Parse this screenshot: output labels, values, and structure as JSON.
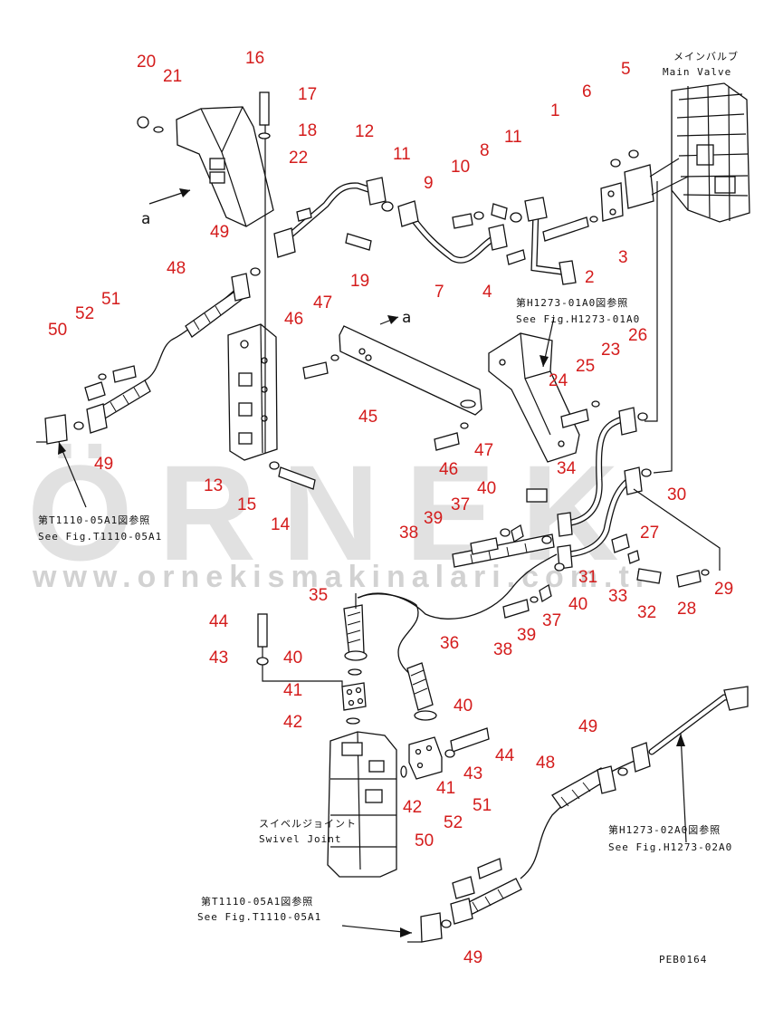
{
  "diagram": {
    "code": "PEB0164",
    "captions": {
      "main_valve_jp": "メインバルブ",
      "main_valve_en": "Main Valve",
      "swivel_jp": "スイベルジョイント",
      "swivel_en": "Swivel Joint",
      "ref_h127301_jp": "第H1273-01A0図参照",
      "ref_h127301_en": "See Fig.H1273-01A0",
      "ref_t111005_a_jp": "第T1110-05A1図参照",
      "ref_t111005_a_en": "See Fig.T1110-05A1",
      "ref_t111005_b_jp": "第T1110-05A1図参照",
      "ref_t111005_b_en": "See Fig.T1110-05A1",
      "ref_h127302_jp": "第H1273-02A0図参照",
      "ref_h127302_en": "See Fig.H1273-02A0",
      "arrow_a1": "a",
      "arrow_a2": "a"
    },
    "watermark": {
      "letters": "ÖRNEK",
      "url": "www.ornekismakinalari.com.tr"
    },
    "part_numbers": {
      "p1": "1",
      "p2": "2",
      "p3": "3",
      "p4": "4",
      "p5": "5",
      "p6": "6",
      "p7": "7",
      "p8": "8",
      "p9": "9",
      "p10": "10",
      "p11a": "11",
      "p11b": "11",
      "p12": "12",
      "p13": "13",
      "p14": "14",
      "p15": "15",
      "p16": "16",
      "p17": "17",
      "p18": "18",
      "p19": "19",
      "p20": "20",
      "p21": "21",
      "p22": "22",
      "p23": "23",
      "p24": "24",
      "p25": "25",
      "p26": "26",
      "p27": "27",
      "p28": "28",
      "p29": "29",
      "p30": "30",
      "p31": "31",
      "p32": "32",
      "p33": "33",
      "p34": "34",
      "p35": "35",
      "p36": "36",
      "p37a": "37",
      "p37b": "37",
      "p38a": "38",
      "p38b": "38",
      "p39a": "39",
      "p39b": "39",
      "p40a": "40",
      "p40b": "40",
      "p40c": "40",
      "p40d": "40",
      "p41a": "41",
      "p41b": "41",
      "p42a": "42",
      "p42b": "42",
      "p43a": "43",
      "p43b": "43",
      "p44a": "44",
      "p44b": "44",
      "p45": "45",
      "p46a": "46",
      "p46b": "46",
      "p47a": "47",
      "p47b": "47",
      "p48a": "48",
      "p48b": "48",
      "p49a": "49",
      "p49b": "49",
      "p49c": "49",
      "p49d": "49",
      "p50a": "50",
      "p50b": "50",
      "p51a": "51",
      "p51b": "51",
      "p52a": "52",
      "p52b": "52"
    },
    "colors": {
      "label": "#d41c1c",
      "line": "#111111",
      "watermark": "#c9c9c9"
    }
  }
}
